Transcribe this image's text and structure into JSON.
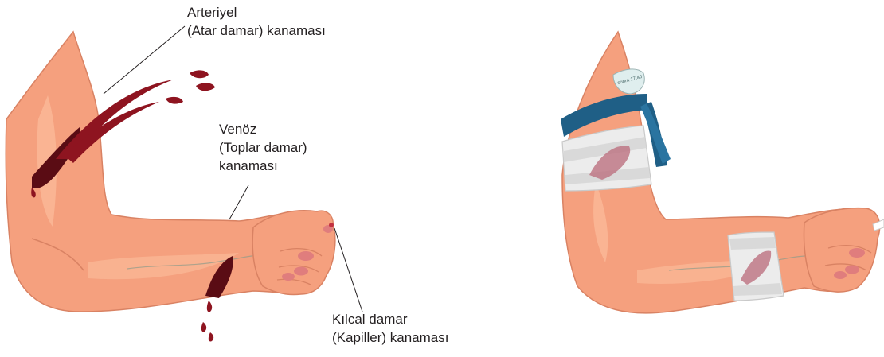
{
  "labels": {
    "arterial": "Arteriyel\n(Atar damar) kanaması",
    "venous": "Venöz\n(Toplar damar)\nkanaması",
    "capillary": "Kılcal damar\n(Kapiller) kanaması"
  },
  "tag_text": "sonra 17:40",
  "colors": {
    "skin": "#f5a07e",
    "skin_shade": "#e68a6a",
    "skin_light": "#fbb999",
    "blood": "#8e1420",
    "blood_dark": "#4a0a10",
    "tourniquet": "#1f5f86",
    "bandage": "#ececec",
    "nail": "#e07d7d",
    "leader_line": "#231f20"
  }
}
